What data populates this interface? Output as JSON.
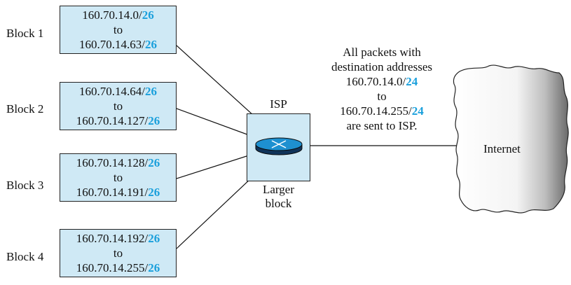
{
  "blocks": [
    {
      "label": "Block 1",
      "start": "160.70.14.0/",
      "start_suffix": "26",
      "to": "to",
      "end": "160.70.14.63/",
      "end_suffix": "26"
    },
    {
      "label": "Block 2",
      "start": "160.70.14.64/",
      "start_suffix": "26",
      "to": "to",
      "end": "160.70.14.127/",
      "end_suffix": "26"
    },
    {
      "label": "Block 3",
      "start": "160.70.14.128/",
      "start_suffix": "26",
      "to": "to",
      "end": "160.70.14.191/",
      "end_suffix": "26"
    },
    {
      "label": "Block 4",
      "start": "160.70.14.192/",
      "start_suffix": "26",
      "to": "to",
      "end": "160.70.14.255/",
      "end_suffix": "26"
    }
  ],
  "isp": {
    "title": "ISP",
    "caption_line1": "Larger",
    "caption_line2": "block"
  },
  "aggregate": {
    "line1": "All packets with",
    "line2": "destination addresses",
    "start": "160.70.14.0/",
    "start_suffix": "24",
    "to": "to",
    "end": "160.70.14.255/",
    "end_suffix": "24",
    "line6": "are sent to ISP."
  },
  "internet": {
    "label": "Internet"
  },
  "colors": {
    "box_fill": "#cfe9f5",
    "prefix_accent": "#1ba0dc",
    "router_fill": "#1e90d0"
  }
}
